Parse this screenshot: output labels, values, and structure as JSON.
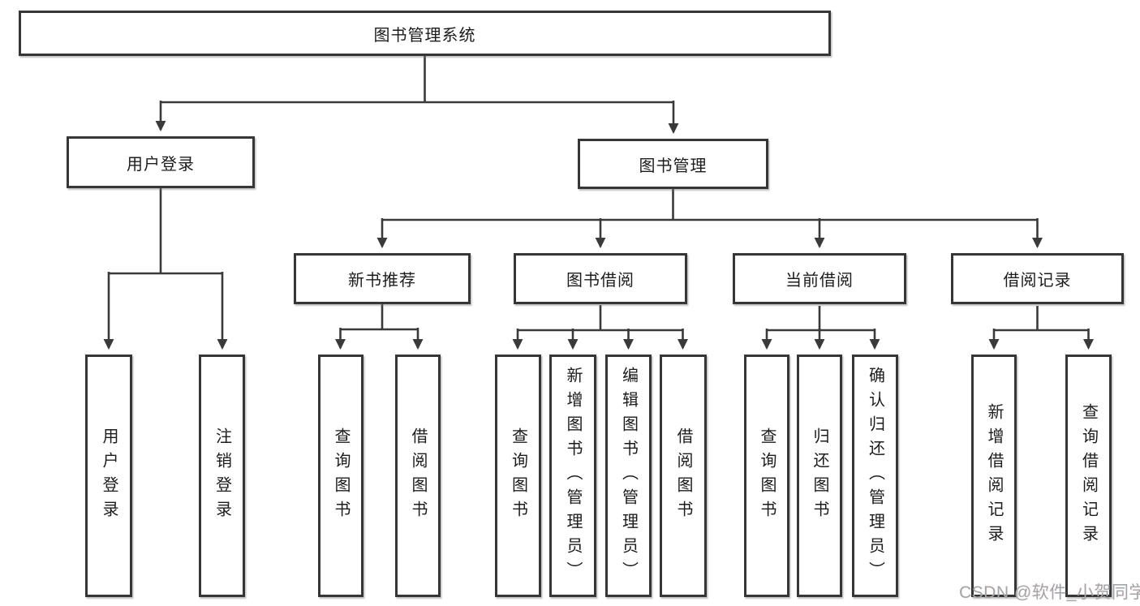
{
  "diagram": {
    "root": "图书管理系统",
    "level2": {
      "user_login": "用户登录",
      "book_mgmt": "图书管理"
    },
    "user_login_children": [
      "用户登录",
      "注销登录"
    ],
    "book_mgmt_children": [
      "新书推荐",
      "图书借阅",
      "当前借阅",
      "借阅记录"
    ],
    "new_book_children": [
      "查询图书",
      "借阅图书"
    ],
    "book_borrow_children": [
      "查询图书",
      "新增图书（管理员）",
      "编辑图书（管理员）",
      "借阅图书"
    ],
    "current_borrow_children": [
      "查询图书",
      "归还图书",
      "确认归还（管理员）"
    ],
    "borrow_record_children": [
      "新增借阅记录",
      "查询借阅记录"
    ]
  },
  "watermark": "CSDN @软件_小贺同学",
  "colors": {
    "line": "#3a3a3a",
    "box_border": "#363636",
    "text": "#1c1c1c",
    "watermark": "#a2a6aa",
    "background": "#ffffff"
  }
}
